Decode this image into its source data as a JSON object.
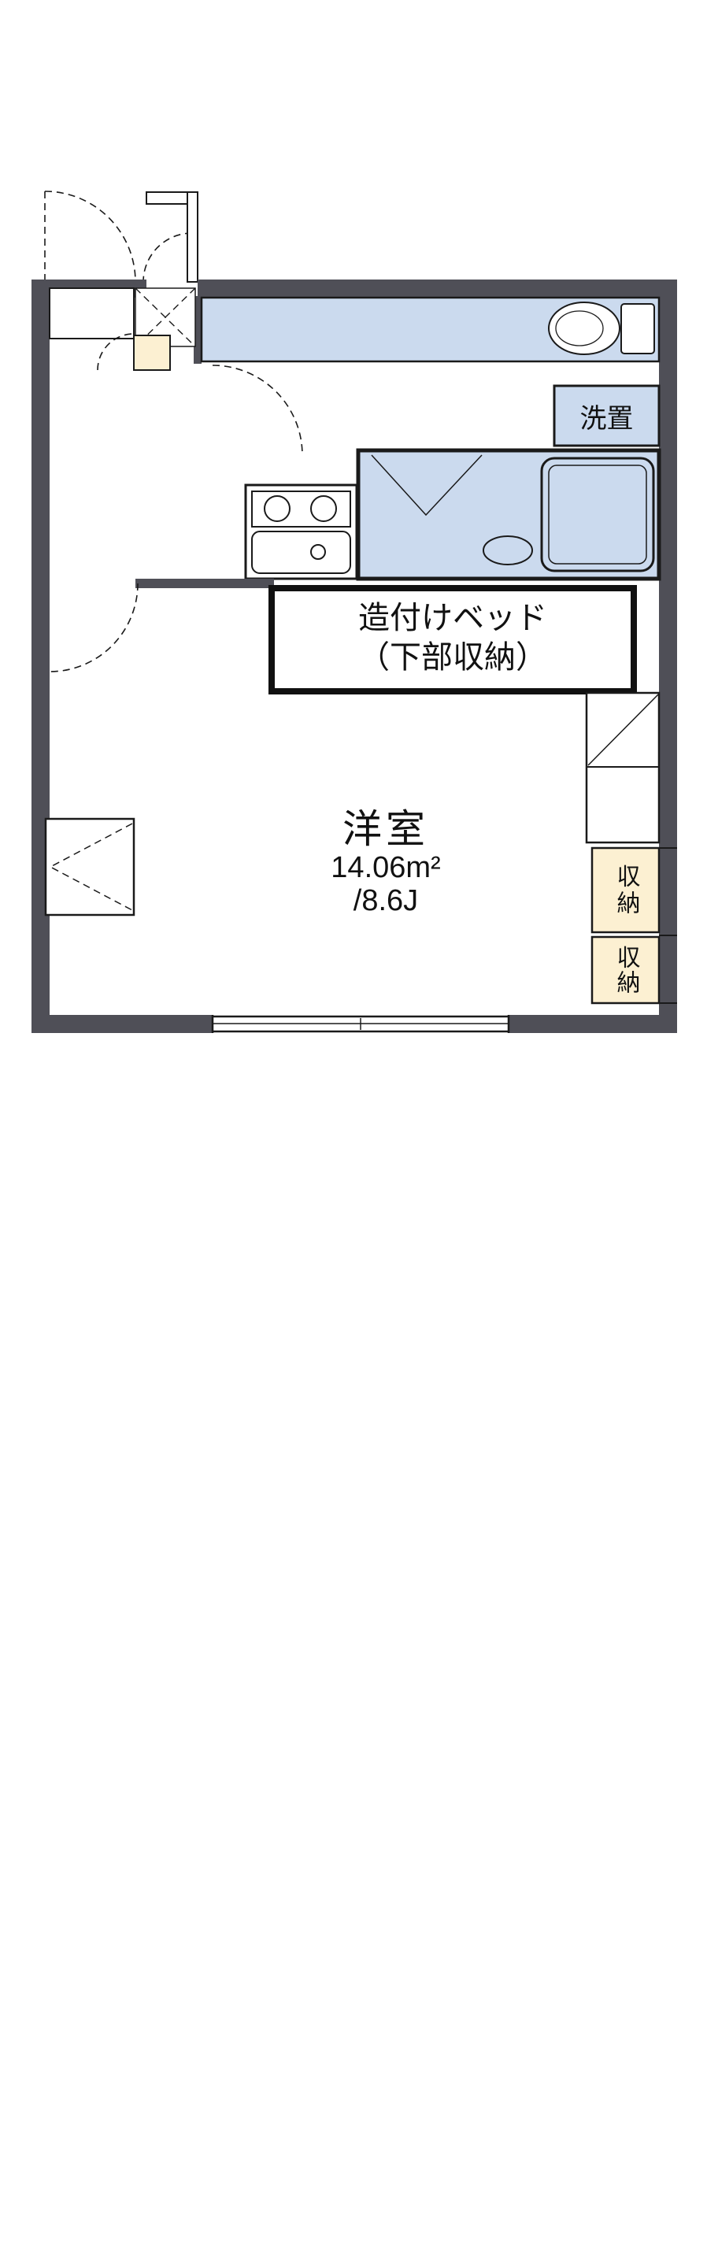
{
  "floorplan": {
    "unit_layout": {
      "room_name": "洋室",
      "room_area_m2": "14.06m²",
      "room_area_jo": "/8.6J",
      "bed_label_line1": "造付けベッド",
      "bed_label_line2": "（下部収納）",
      "laundry_label": "洗置",
      "storage_upper_label": "収納",
      "storage_lower_label": "収納"
    },
    "colors": {
      "wall": "#4f4f57",
      "wet_area_fill": "#cbdaee",
      "storage_fill": "#fcf0d2",
      "line": "#1a1a1a",
      "background": "#ffffff"
    },
    "fixtures": [
      "toilet",
      "washing-machine-space",
      "unit-bath-with-tub",
      "kitchen-stove-2-burner",
      "kitchen-sink",
      "built-in-bed-with-under-storage",
      "closet-upper",
      "closet-lower",
      "entrance-mat",
      "shoe-cabinet",
      "window"
    ]
  }
}
